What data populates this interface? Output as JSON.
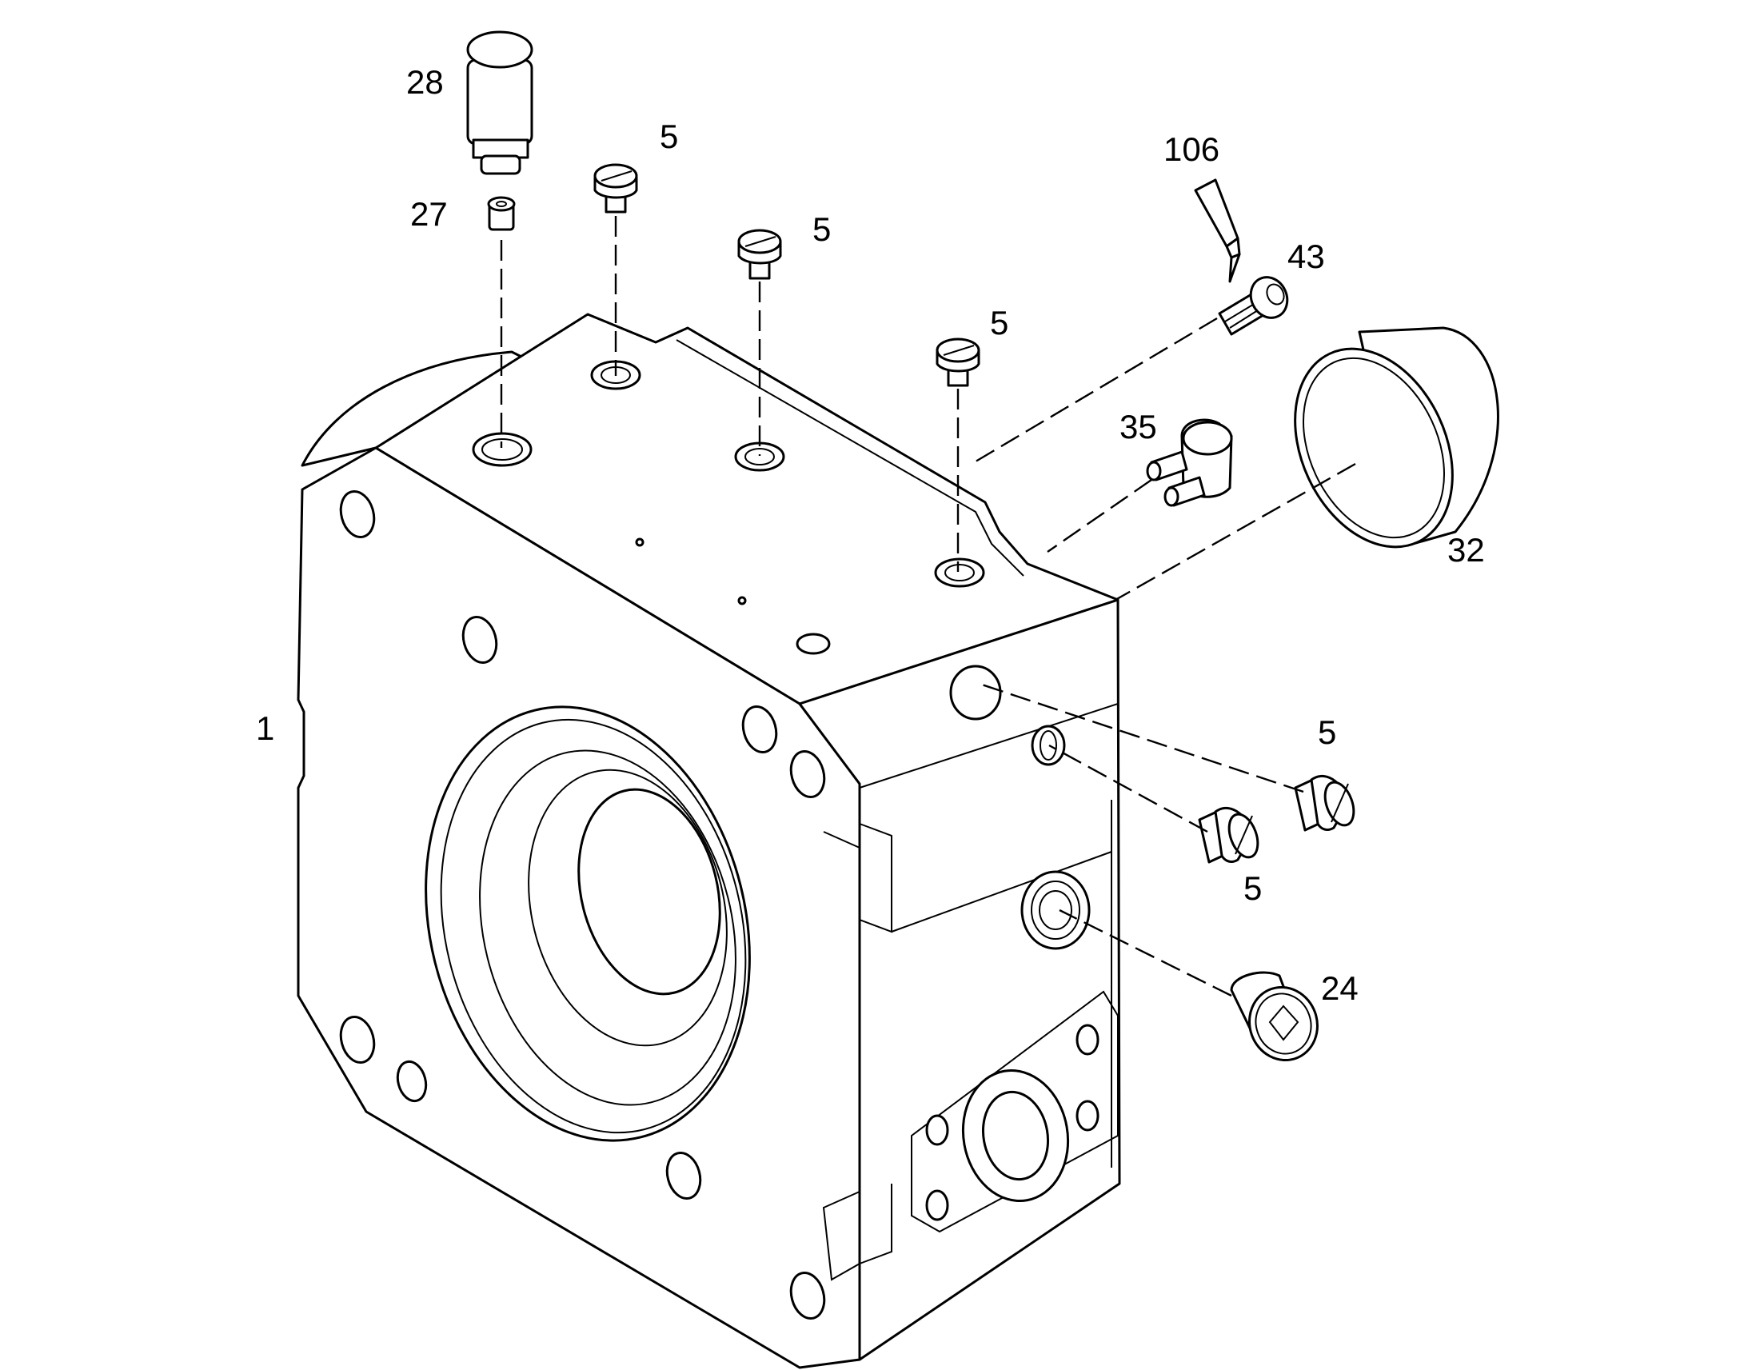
{
  "diagram": {
    "callouts": [
      {
        "id": "c1",
        "label": "1"
      },
      {
        "id": "c28",
        "label": "28"
      },
      {
        "id": "c27",
        "label": "27"
      },
      {
        "id": "c5a",
        "label": "5"
      },
      {
        "id": "c5b",
        "label": "5"
      },
      {
        "id": "c5c",
        "label": "5"
      },
      {
        "id": "c106",
        "label": "106"
      },
      {
        "id": "c43",
        "label": "43"
      },
      {
        "id": "c35",
        "label": "35"
      },
      {
        "id": "c32",
        "label": "32"
      },
      {
        "id": "c5d",
        "label": "5"
      },
      {
        "id": "c5e",
        "label": "5"
      },
      {
        "id": "c24",
        "label": "24"
      }
    ]
  }
}
